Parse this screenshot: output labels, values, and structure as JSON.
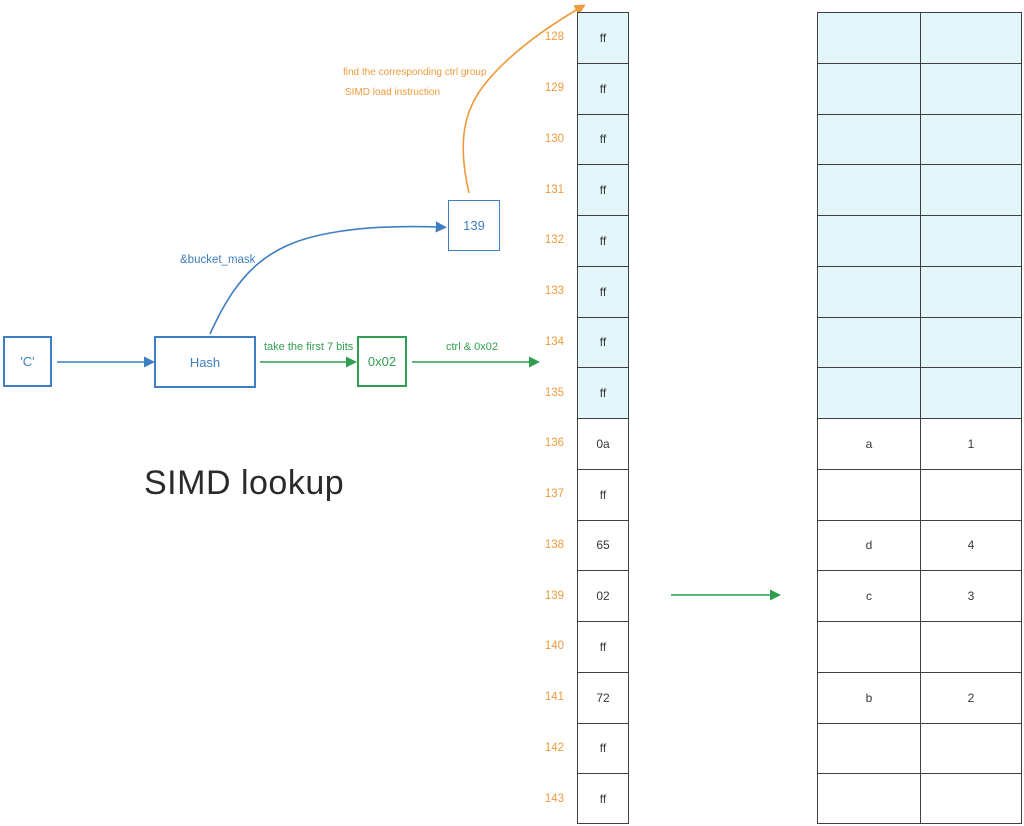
{
  "title": "SIMD lookup",
  "colors": {
    "blue": "#3f7fc1",
    "green": "#2f9e4f",
    "orange": "#ee9b3c",
    "cell_highlight": "#e3f6f9",
    "cell_border": "#3f3f3f",
    "cell_text": "#383838"
  },
  "flow": {
    "input_box": "'C'",
    "hash_box": "Hash",
    "h2_box": "0x02",
    "group_box": "139",
    "bucket_mask_label": "&bucket_mask",
    "first7_label": "take the first 7 bits",
    "ctrl_and_label": "ctrl & 0x02",
    "find_group_label": "find the corresponding ctrl group",
    "simd_load_label": "SIMD load instruction"
  },
  "ctrl_column": {
    "rows": [
      {
        "index": "128",
        "value": "ff",
        "highlighted": true
      },
      {
        "index": "129",
        "value": "ff",
        "highlighted": true
      },
      {
        "index": "130",
        "value": "ff",
        "highlighted": true
      },
      {
        "index": "131",
        "value": "ff",
        "highlighted": true
      },
      {
        "index": "132",
        "value": "ff",
        "highlighted": true
      },
      {
        "index": "133",
        "value": "ff",
        "highlighted": true
      },
      {
        "index": "134",
        "value": "ff",
        "highlighted": true
      },
      {
        "index": "135",
        "value": "ff",
        "highlighted": true
      },
      {
        "index": "136",
        "value": "0a",
        "highlighted": false
      },
      {
        "index": "137",
        "value": "ff",
        "highlighted": false
      },
      {
        "index": "138",
        "value": "65",
        "highlighted": false
      },
      {
        "index": "139",
        "value": "02",
        "highlighted": false
      },
      {
        "index": "140",
        "value": "ff",
        "highlighted": false
      },
      {
        "index": "141",
        "value": "72",
        "highlighted": false
      },
      {
        "index": "142",
        "value": "ff",
        "highlighted": false
      },
      {
        "index": "143",
        "value": "ff",
        "highlighted": false
      }
    ]
  },
  "slot_table": {
    "rows": [
      {
        "key": "",
        "value": "",
        "highlighted": true
      },
      {
        "key": "",
        "value": "",
        "highlighted": true
      },
      {
        "key": "",
        "value": "",
        "highlighted": true
      },
      {
        "key": "",
        "value": "",
        "highlighted": true
      },
      {
        "key": "",
        "value": "",
        "highlighted": true
      },
      {
        "key": "",
        "value": "",
        "highlighted": true
      },
      {
        "key": "",
        "value": "",
        "highlighted": true
      },
      {
        "key": "",
        "value": "",
        "highlighted": true
      },
      {
        "key": "a",
        "value": "1",
        "highlighted": false
      },
      {
        "key": "",
        "value": "",
        "highlighted": false
      },
      {
        "key": "d",
        "value": "4",
        "highlighted": false
      },
      {
        "key": "c",
        "value": "3",
        "highlighted": false
      },
      {
        "key": "",
        "value": "",
        "highlighted": false
      },
      {
        "key": "b",
        "value": "2",
        "highlighted": false
      },
      {
        "key": "",
        "value": "",
        "highlighted": false
      },
      {
        "key": "",
        "value": "",
        "highlighted": false
      }
    ]
  }
}
